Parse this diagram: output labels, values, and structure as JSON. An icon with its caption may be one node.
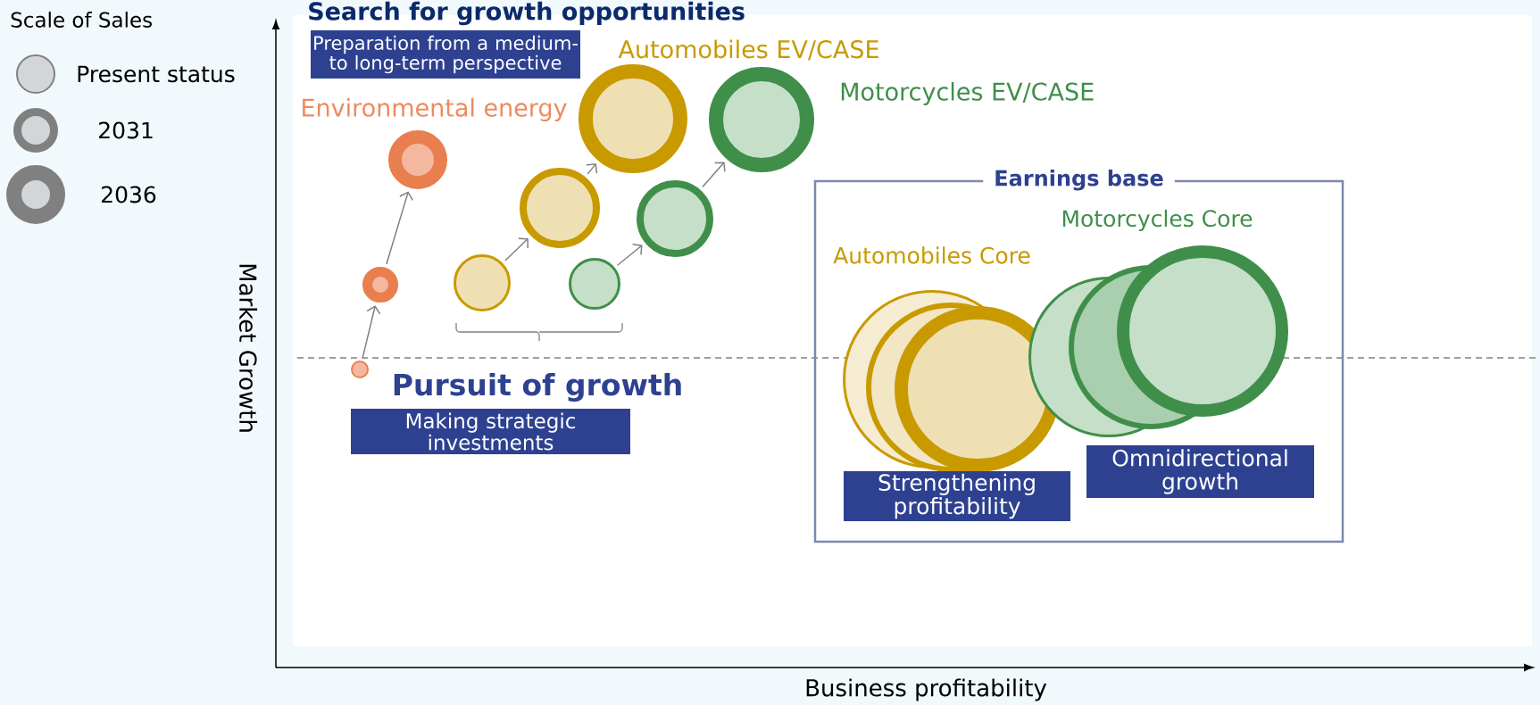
{
  "diagram": {
    "title": "Search for growth opportunities",
    "nodes": [
      {
        "text": [
          "Preparation from a medium- to long-term perspective"
        ]
      },
      {
        "text": [],
        "shape": "circle"
      },
      {
        "text": [],
        "shape": "circle"
      },
      {
        "text": [],
        "shape": "circle"
      },
      {
        "text": [],
        "shape": "circle"
      },
      {
        "text": [],
        "shape": "circle"
      },
      {
        "text": [],
        "shape": "circle"
      },
      {
        "text": [],
        "shape": "circle"
      },
      {
        "text": [],
        "shape": "circle"
      },
      {
        "text": [],
        "shape": "circle"
      },
      {
        "text": [
          "Making strategic investments"
        ]
      },
      {
        "text": [
          "Earnings base"
        ]
      },
      {
        "text": [],
        "shape": "circle",
        "in": 11
      },
      {
        "text": [],
        "shape": "circle",
        "in": 11
      },
      {
        "text": [],
        "shape": "circle",
        "in": 11
      },
      {
        "text": [],
        "shape": "circle",
        "in": 11
      },
      {
        "text": [],
        "shape": "circle",
        "in": 11
      },
      {
        "text": [],
        "shape": "circle",
        "in": 11
      },
      {
        "text": [
          "Strengthening profitability"
        ],
        "in": 11
      },
      {
        "text": [
          "Omnidirectional growth"
        ],
        "in": 11
      }
    ],
    "edges": [
      {
        "from": 1,
        "to": 2,
        "arrow": "to"
      },
      {
        "from": 2,
        "to": 3,
        "arrow": "to"
      },
      {
        "from": 4,
        "to": 5,
        "arrow": "to"
      },
      {
        "from": 5,
        "to": 6,
        "arrow": "to"
      },
      {
        "from": 7,
        "to": 8,
        "arrow": "to"
      },
      {
        "from": 8,
        "to": 9,
        "arrow": "to"
      }
    ],
    "labels": [
      "Scale of Sales",
      "Automobiles EV/CASE",
      "Environmental energy",
      "Motorcycles EV/CASE",
      "Motorcycles Core",
      "Automobiles Core",
      "Market Growth",
      "Pursuit of growth",
      "Business profitability"
    ],
    "legend": [
      {
        "text": "Present status"
      },
      {
        "text": "2031"
      },
      {
        "text": "2036"
      }
    ]
  }
}
